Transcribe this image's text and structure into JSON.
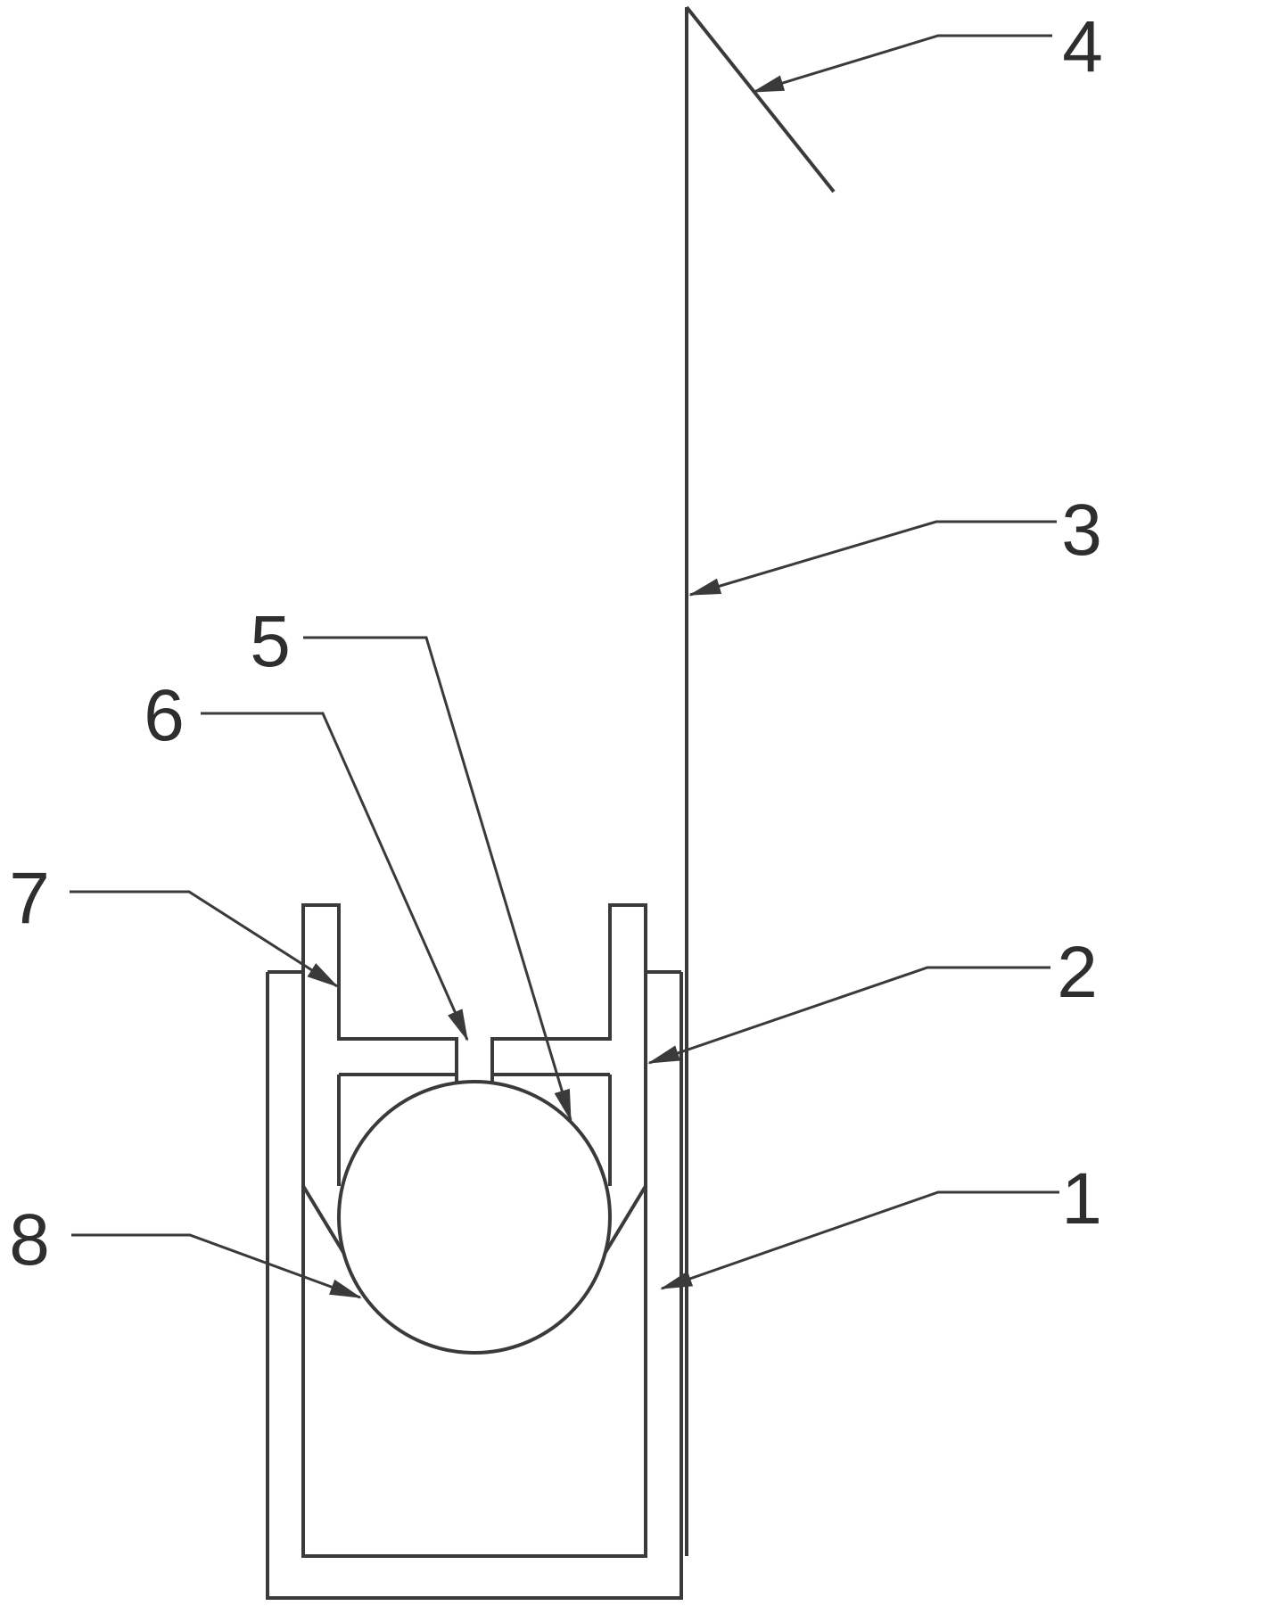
{
  "figure": {
    "type": "technical-sectional-drawing",
    "background_color": "#ffffff",
    "line_color": "#3a3a3a",
    "labels": [
      {
        "ref": "1",
        "text": "1"
      },
      {
        "ref": "2",
        "text": "2"
      },
      {
        "ref": "3",
        "text": "3"
      },
      {
        "ref": "4",
        "text": "4"
      },
      {
        "ref": "5",
        "text": "5"
      },
      {
        "ref": "6",
        "text": "6"
      },
      {
        "ref": "7",
        "text": "7"
      },
      {
        "ref": "8",
        "text": "8"
      }
    ]
  }
}
